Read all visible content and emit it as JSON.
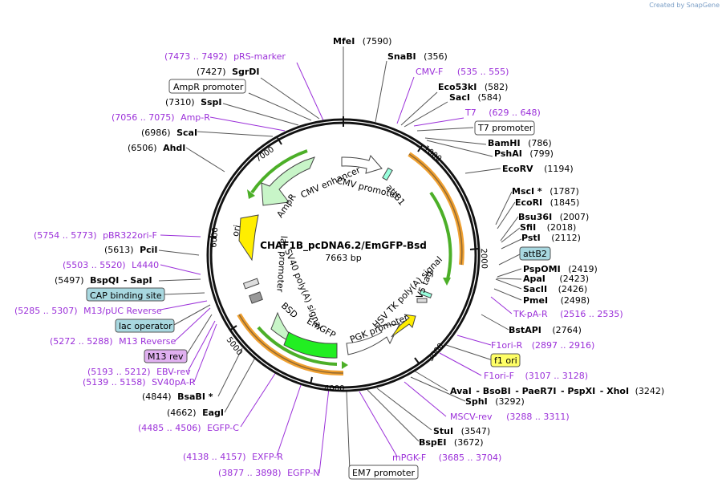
{
  "credit": {
    "created_by": "Created by",
    "brand": "SnapGene"
  },
  "plasmid": {
    "name": "CHAF1B_pcDNA6.2/EmGFP-Bsd",
    "length": "7663 bp"
  },
  "ticks": [
    "1000",
    "2000",
    "3000",
    "4000",
    "5000",
    "6000",
    "7000"
  ],
  "arc_features": [
    "CMV enhancer",
    "CMV promoter",
    "attB1",
    "attB2",
    "V5 tag",
    "HSV TK poly(A) signal",
    "PGK promoter",
    "EmGFP",
    "BSD",
    "SV40 poly(A) signal",
    "lac promoter",
    "ori",
    "AmpR"
  ],
  "labels": {
    "l0": {
      "a": "MfeI",
      "b": "(7590)"
    },
    "l1": {
      "a": "(7473 .. 7492)",
      "b": "pRS-marker"
    },
    "l2": {
      "a": "SnaBI",
      "b": "(356)"
    },
    "l3": {
      "a": "(7427)",
      "b": "SgrDI"
    },
    "l4": {
      "a": "CMV-F",
      "b": "(535 .. 555)"
    },
    "l5": {
      "a": "AmpR promoter"
    },
    "l6": {
      "a": "Eco53kI",
      "b": "(582)"
    },
    "l7": {
      "a": "SacI",
      "b": "(584)"
    },
    "l8": {
      "a": "(7310)",
      "b": "SspI"
    },
    "l9": {
      "a": "T7",
      "b": "(629 .. 648)"
    },
    "l10": {
      "a": "(7056 .. 7075)",
      "b": "Amp-R"
    },
    "l11": {
      "a": "T7 promoter"
    },
    "l12": {
      "a": "(6986)",
      "b": "ScaI"
    },
    "l13": {
      "a": "BamHI",
      "b": "(786)"
    },
    "l14": {
      "a": "PshAI",
      "b": "(799)"
    },
    "l15": {
      "a": "(6506)",
      "b": "AhdI"
    },
    "l16": {
      "a": "EcoRV",
      "b": "(1194)"
    },
    "l17": {
      "a": "MscI *",
      "b": "(1787)"
    },
    "l18": {
      "a": "EcoRI",
      "b": "(1845)"
    },
    "l19": {
      "a": "(5754 .. 5773)",
      "b": "pBR322ori-F"
    },
    "l20": {
      "a": "Bsu36I",
      "b": "(2007)"
    },
    "l21": {
      "a": "SfiI",
      "b": "(2018)"
    },
    "l22": {
      "a": "PstI",
      "b": "(2112)"
    },
    "l23": {
      "a": "(5613)",
      "b": "PciI"
    },
    "l24": {
      "a": "attB2"
    },
    "l25": {
      "a": "(5503 .. 5520)",
      "b": "L4440"
    },
    "l26": {
      "a": "PspOMI",
      "b": "(2419)"
    },
    "l27": {
      "a": "ApaI",
      "b": "(2423)"
    },
    "l28": {
      "a": "(5497)",
      "b": "BspQI",
      "c": "- SapI"
    },
    "l29": {
      "a": "SacII",
      "b": "(2426)"
    },
    "l30": {
      "a": "PmeI",
      "b": "(2498)"
    },
    "l31": {
      "a": "CAP binding site"
    },
    "l32": {
      "a": "TK-pA-R",
      "b": "(2516 .. 2535)"
    },
    "l33": {
      "a": "(5285 .. 5307)",
      "b": "M13/pUC Reverse"
    },
    "l34": {
      "a": "BstAPI",
      "b": "(2764)"
    },
    "l35": {
      "a": "lac operator"
    },
    "l36": {
      "a": "(5272 .. 5288)",
      "b": "M13 Reverse"
    },
    "l37": {
      "a": "F1ori-R",
      "b": "(2897 .. 2916)"
    },
    "l38": {
      "a": "M13 rev"
    },
    "l39": {
      "a": "f1 ori"
    },
    "l40": {
      "a": "(5193 .. 5212)",
      "b": "EBV-rev"
    },
    "l41": {
      "a": "(5139 .. 5158)",
      "b": "SV40pA-R"
    },
    "l42": {
      "a": "F1ori-F",
      "b": "(3107 .. 3128)"
    },
    "l43": {
      "a": "AvaI",
      "b": "- BsoBI",
      "c": "- PaeR7I",
      "d": "- PspXI",
      "e": "- XhoI",
      "f": "(3242)"
    },
    "l44": {
      "a": "(4844)",
      "b": "BsaBI *"
    },
    "l45": {
      "a": "SphI",
      "b": "(3292)"
    },
    "l46": {
      "a": "(4662)",
      "b": "EagI"
    },
    "l47": {
      "a": "MSCV-rev",
      "b": "(3288 .. 3311)"
    },
    "l48": {
      "a": "(4485 .. 4506)",
      "b": "EGFP-C"
    },
    "l49": {
      "a": "StuI",
      "b": "(3547)"
    },
    "l50": {
      "a": "BspEI",
      "b": "(3672)"
    },
    "l51": {
      "a": "(4138 .. 4157)",
      "b": "EXFP-R"
    },
    "l52": {
      "a": "mPGK-F",
      "b": "(3685 .. 3704)"
    },
    "l53": {
      "a": "(3877 .. 3898)",
      "b": "EGFP-N"
    },
    "l54": {
      "a": "EM7 promoter"
    }
  },
  "colors": {
    "primer": "#9b30d9",
    "green_feature": "#4caf28",
    "orange_feature": "#f0a030",
    "yellow_feature": "#ffee00",
    "light_green": "#c8f5c8",
    "bright_green": "#22ee22",
    "box_blue": "#a8d8e0",
    "box_purple": "#e0b0f0",
    "box_yellow": "#ffff66"
  }
}
